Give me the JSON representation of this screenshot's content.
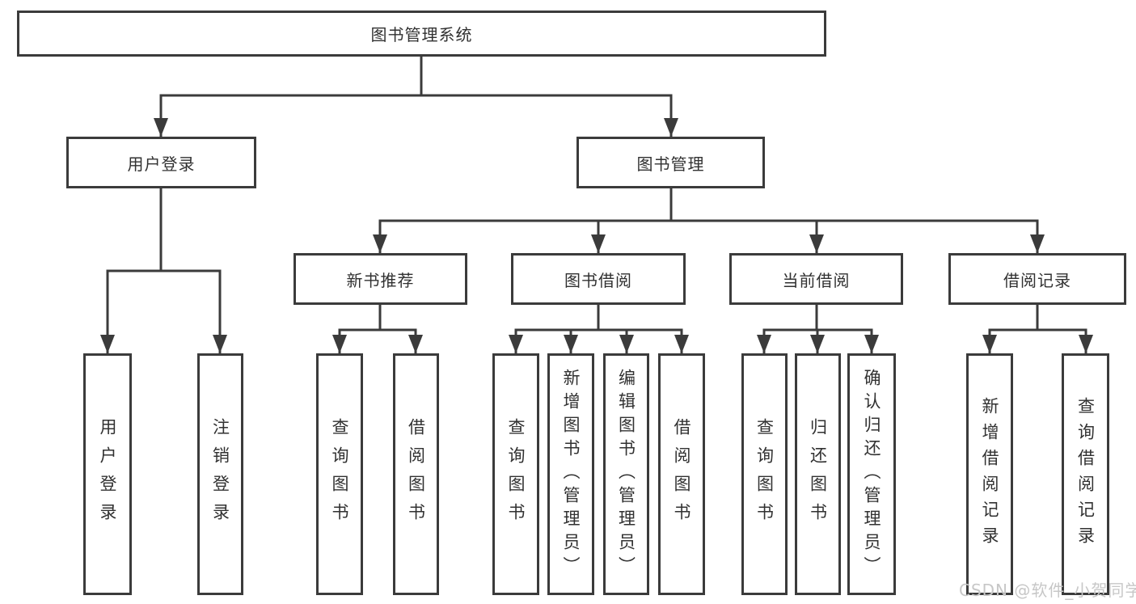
{
  "diagram_type": "tree",
  "tree": {
    "label": "图书管理系统",
    "children": [
      {
        "label": "用户登录",
        "children": [
          {
            "label": "用户登录"
          },
          {
            "label": "注销登录"
          }
        ]
      },
      {
        "label": "图书管理",
        "children": [
          {
            "label": "新书推荐",
            "children": [
              {
                "label": "查询图书"
              },
              {
                "label": "借阅图书"
              }
            ]
          },
          {
            "label": "图书借阅",
            "children": [
              {
                "label": "查询图书"
              },
              {
                "label": "新增图书（管理员）"
              },
              {
                "label": "编辑图书（管理员）"
              },
              {
                "label": "借阅图书"
              }
            ]
          },
          {
            "label": "当前借阅",
            "children": [
              {
                "label": "查询图书"
              },
              {
                "label": "归还图书"
              },
              {
                "label": "确认归还（管理员）"
              }
            ]
          },
          {
            "label": "借阅记录",
            "children": [
              {
                "label": "新增借阅记录"
              },
              {
                "label": "查询借阅记录"
              }
            ]
          }
        ]
      }
    ]
  },
  "watermark": "CSDN @软件_小贺同学",
  "colors": {
    "line": "#3b3b3b",
    "box_border": "#3b3b3b",
    "text": "#313131",
    "watermark": "#c7c7c7",
    "background": "#ffffff"
  }
}
